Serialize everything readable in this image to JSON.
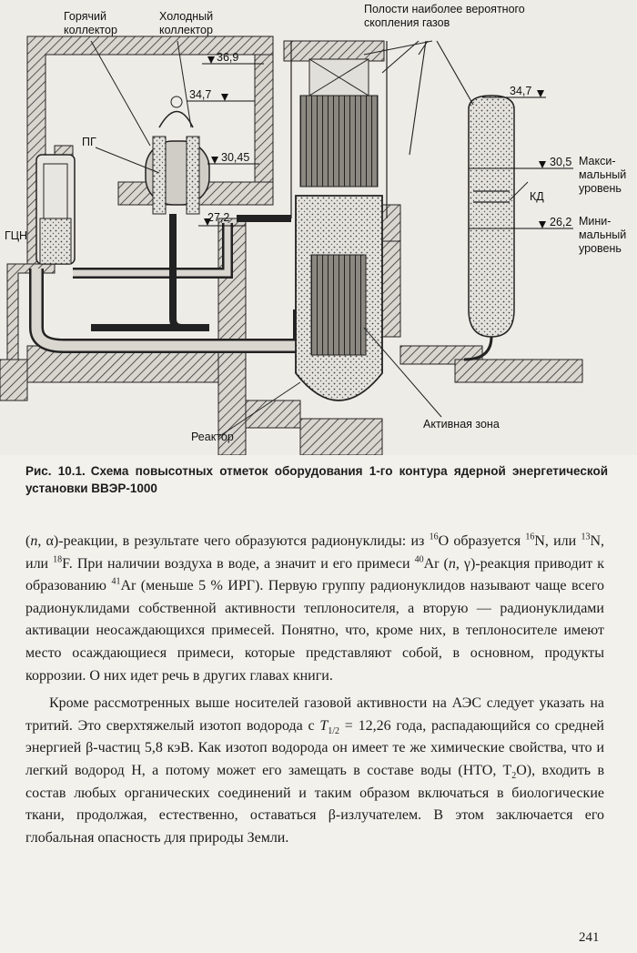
{
  "figure": {
    "labels": {
      "hot_collector": [
        "Горячий",
        "коллектор"
      ],
      "cold_collector": [
        "Холодный",
        "коллектор"
      ],
      "gas_cavities": [
        "Полости наиболее вероятного",
        "скопления газов"
      ],
      "steam_generator": "ПГ",
      "main_pump": "ГЦН",
      "reactor": "Реактор",
      "core": "Активная зона",
      "pressurizer": "КД",
      "max_level": [
        "Макси-",
        "мальный",
        "уровень"
      ],
      "min_level": [
        "Мини-",
        "мальный",
        "уровень"
      ]
    },
    "elevations": {
      "e1": "36,9",
      "e2": "34,7",
      "e3": "30,45",
      "e4": "27,2",
      "e5": "34,7",
      "e6": "30,5",
      "e7": "26,2"
    }
  },
  "caption": {
    "number": "Рис. 10.1.",
    "text": "Схема повысотных отметок оборудования 1-го контура ядерной энергетической установки ВВЭР-1000"
  },
  "paragraph1": {
    "t1": "(",
    "n_var": "n",
    "t2": ", α)-реакции, в результате чего образуются радионуклиды: из ",
    "o_mass": "16",
    "o_sym": "O образуется ",
    "n16_mass": "16",
    "n16_sym": "N, или ",
    "n13_mass": "13",
    "n13_sym": "N, или ",
    "f_mass": "18",
    "f_sym": "F. При наличии воздуха в воде, а значит и его примеси ",
    "ar40_mass": "40",
    "t3": "Ar (",
    "n_var2": "n",
    "t4": ", γ)-реакция приводит к образованию ",
    "ar41_mass": "41",
    "t5": "Ar (меньше 5 % ИРГ). Первую группу радионуклидов называют чаще всего радионуклидами собственной активности теплоносителя, а вторую — радионуклидами активации неосаждающихся примесей. Понятно, что, кроме них, в теплоносителе имеют место осаждающиеся примеси, которые представляют собой, в основном, продукты коррозии. О них идет речь в других главах книги."
  },
  "paragraph2": {
    "t1": "Кроме рассмотренных выше носителей газовой активности на АЭС следует указать на тритий. Это сверхтяжелый изотоп водорода с ",
    "t_var": "T",
    "t_sub": "1/2",
    "t2": " = 12,26 года, распадающийся со средней энергией β-частиц 5,8 кэВ. Как изотоп водорода он имеет те же химические свойства, что и легкий водород H, а потому может его замещать в составе воды (HTO, T",
    "t2_sub": "2",
    "t3": "O), входить в состав любых органических соединений и таким образом включаться в биологические ткани, продолжая, естественно, оставаться β-излучателем. В этом заключается его глобальная опасность для природы Земли."
  },
  "page_number": "241"
}
